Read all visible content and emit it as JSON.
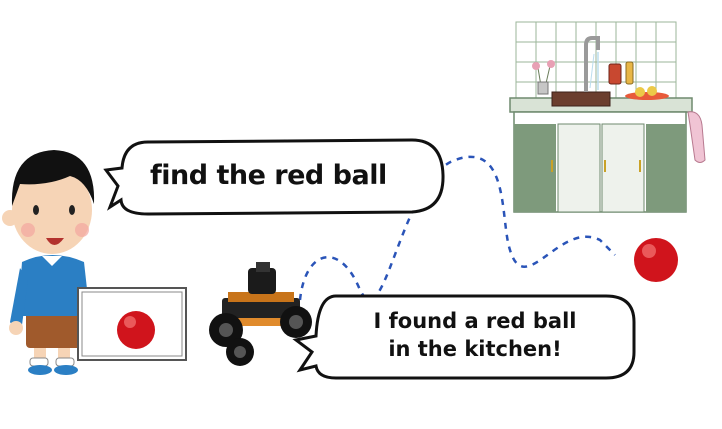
{
  "bubbles": {
    "human_request": "find the red ball",
    "robot_reply_line1": "I found a red ball",
    "robot_reply_line2": "in the kitchen!"
  },
  "colors": {
    "ball_red": "#d0141c",
    "shirt_blue": "#2b7fc4",
    "shorts_brown": "#a05a2c",
    "path_blue": "#2a54b8",
    "cabinet_green": "#7e9a7c"
  },
  "icons": [
    "boy-figure",
    "framed-red-ball",
    "robot-car",
    "kitchen-sink",
    "red-ball",
    "dashed-path"
  ]
}
